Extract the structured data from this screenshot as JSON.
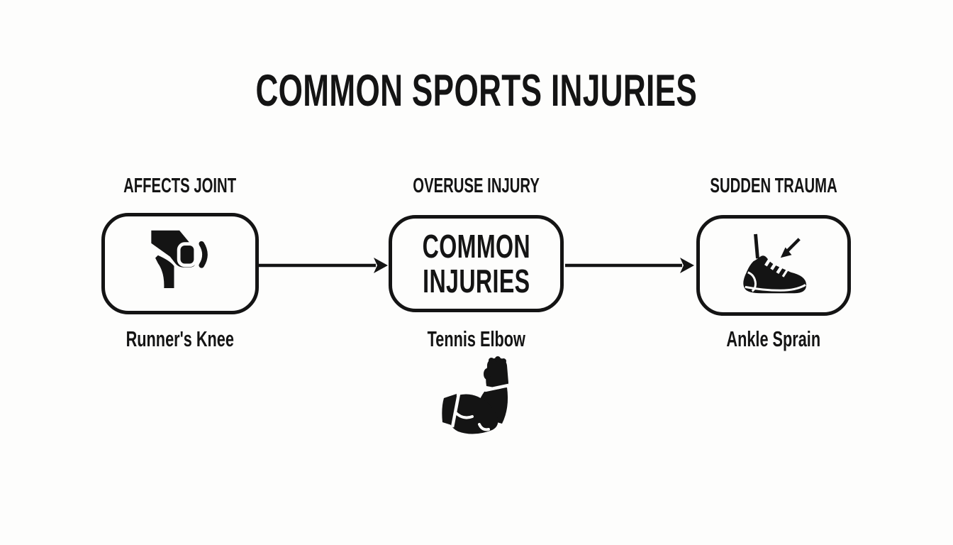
{
  "colors": {
    "background": "#fdfdfc",
    "ink": "#141414"
  },
  "title": "COMMON SPORTS INJURIES",
  "diagram": {
    "nodes": [
      {
        "id": "affects-joint",
        "top_label": "AFFECTS JOINT",
        "bottom_label": "Runner's Knee",
        "icon": "knee-joint-icon"
      },
      {
        "id": "common-injuries",
        "top_label": "OVERUSE INJURY",
        "bottom_label": "Tennis Elbow",
        "content_lines": [
          "COMMON",
          "INJURIES"
        ],
        "footer_icon": "flexed-arm-elbow-icon"
      },
      {
        "id": "sudden-trauma",
        "top_label": "SUDDEN TRAUMA",
        "bottom_label": "Ankle Sprain",
        "icon": "sneaker-ankle-icon"
      }
    ],
    "connectors": [
      {
        "from": "affects-joint",
        "to": "common-injuries",
        "type": "arrow-right"
      },
      {
        "from": "common-injuries",
        "to": "sudden-trauma",
        "type": "arrow-right"
      }
    ]
  }
}
